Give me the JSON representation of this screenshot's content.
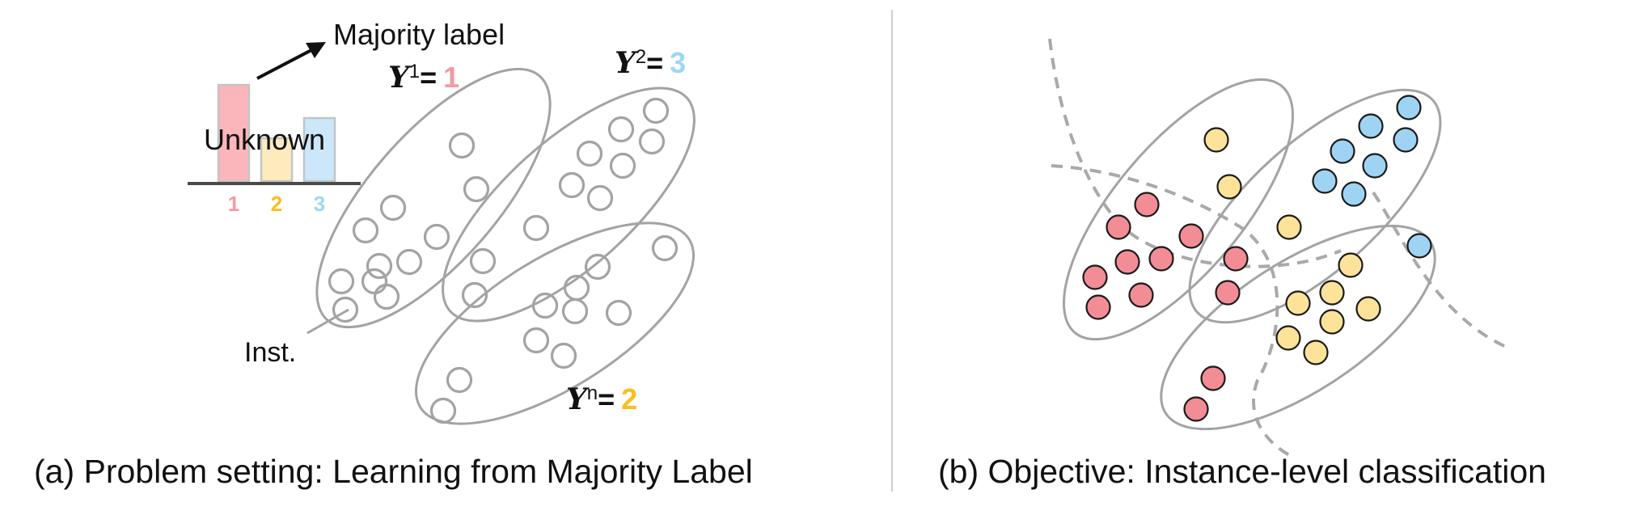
{
  "colors": {
    "class1": "#f28c95",
    "class2": "#fde29a",
    "class3": "#9fd3f3",
    "label1": "#f39aa2",
    "label2": "#f9bf1d",
    "label3": "#9fd7f2",
    "outline": "#a3a3a3"
  },
  "panel_a": {
    "majority_label": "Majority label",
    "unknown_label": "Unknown",
    "inst_label": "Inst.",
    "hist_ticks": [
      "1",
      "2",
      "3"
    ],
    "hist_values": [
      0.8,
      0.35,
      0.5
    ],
    "bag_labels": [
      {
        "sym": "Y",
        "sup": "1",
        "eq": "=",
        "val": "1"
      },
      {
        "sym": "Y",
        "sup": "2",
        "eq": "=",
        "val": "3"
      },
      {
        "sym": "Y",
        "sup": "n",
        "eq": "=",
        "val": "2"
      }
    ],
    "caption": "(a)  Problem setting: Learning from Majority Label"
  },
  "panel_b": {
    "caption": "(b) Objective: Instance-level classification"
  }
}
